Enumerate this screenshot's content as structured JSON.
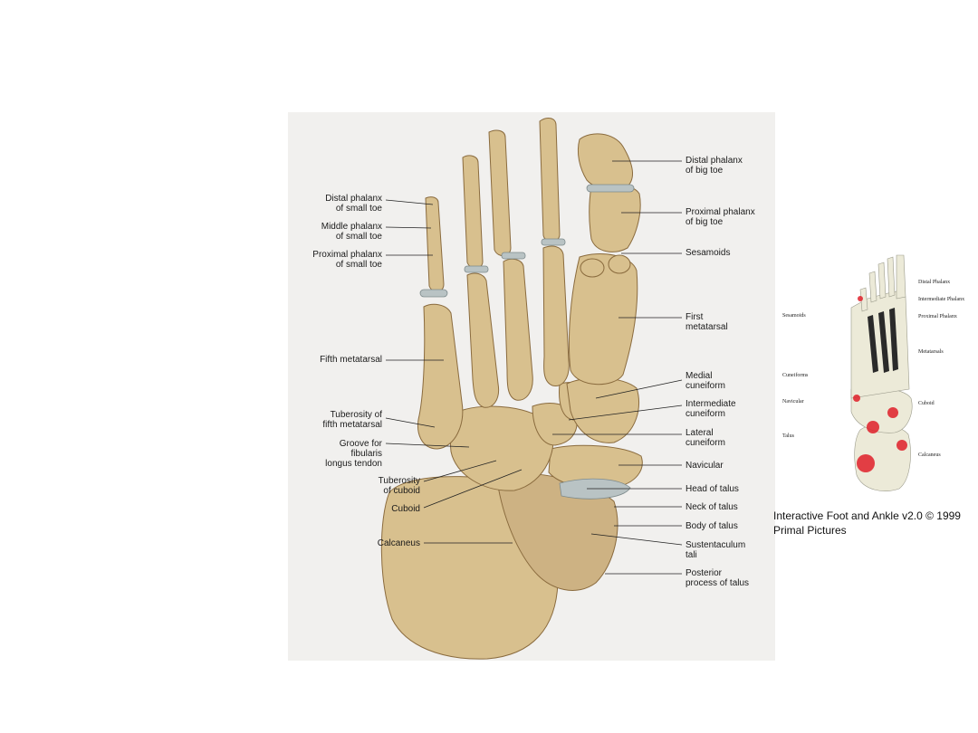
{
  "main_labels": {
    "distal_phalanx_small_toe": "Distal phalanx\nof small toe",
    "middle_phalanx_small_toe": "Middle phalanx\nof small toe",
    "proximal_phalanx_small_toe": "Proximal phalanx\nof small toe",
    "fifth_metatarsal": "Fifth metatarsal",
    "tuberosity_fifth_metatarsal": "Tuberosity of\nfifth metatarsal",
    "groove_fibularis": "Groove for\nfibularis\nlongus tendon",
    "tuberosity_cuboid": "Tuberosity\nof cuboid",
    "cuboid": "Cuboid",
    "calcaneus": "Calcaneus",
    "distal_phalanx_big_toe": "Distal phalanx\nof big toe",
    "proximal_phalanx_big_toe": "Proximal phalanx\nof big toe",
    "sesamoids": "Sesamoids",
    "first_metatarsal": "First\nmetatarsal",
    "medial_cuneiform": "Medial\ncuneiform",
    "intermediate_cuneiform": "Intermediate\ncuneiform",
    "lateral_cuneiform": "Lateral\ncuneiform",
    "navicular": "Navicular",
    "head_of_talus": "Head of talus",
    "neck_of_talus": "Neck of talus",
    "body_of_talus": "Body of talus",
    "sustentaculum_tali": "Sustentaculum\ntali",
    "posterior_process_talus": "Posterior\nprocess of talus"
  },
  "mini_labels": {
    "distal_phalanx": "Distal Phalanx",
    "intermediate_phalanx": "Intermediate Phalanx",
    "proximal_phalanx": "Proximal Phalanx",
    "metatarsals": "Metatarsals",
    "cuboid": "Cuboid",
    "calcaneus": "Calcaneus",
    "sesamoids": "Sesamoids",
    "cuneiforms": "Cuneiforms",
    "navicular": "Navicular",
    "talus": "Talus"
  },
  "caption": "Interactive Foot and Ankle v2.0 © 1999 Primal Pictures",
  "colors": {
    "bone": "#d8c08e",
    "bone_shadow": "#a8895a",
    "cartilage": "#b9c3c4",
    "mini_bone": "#ecead8",
    "mini_highlight": "#e0202a"
  }
}
